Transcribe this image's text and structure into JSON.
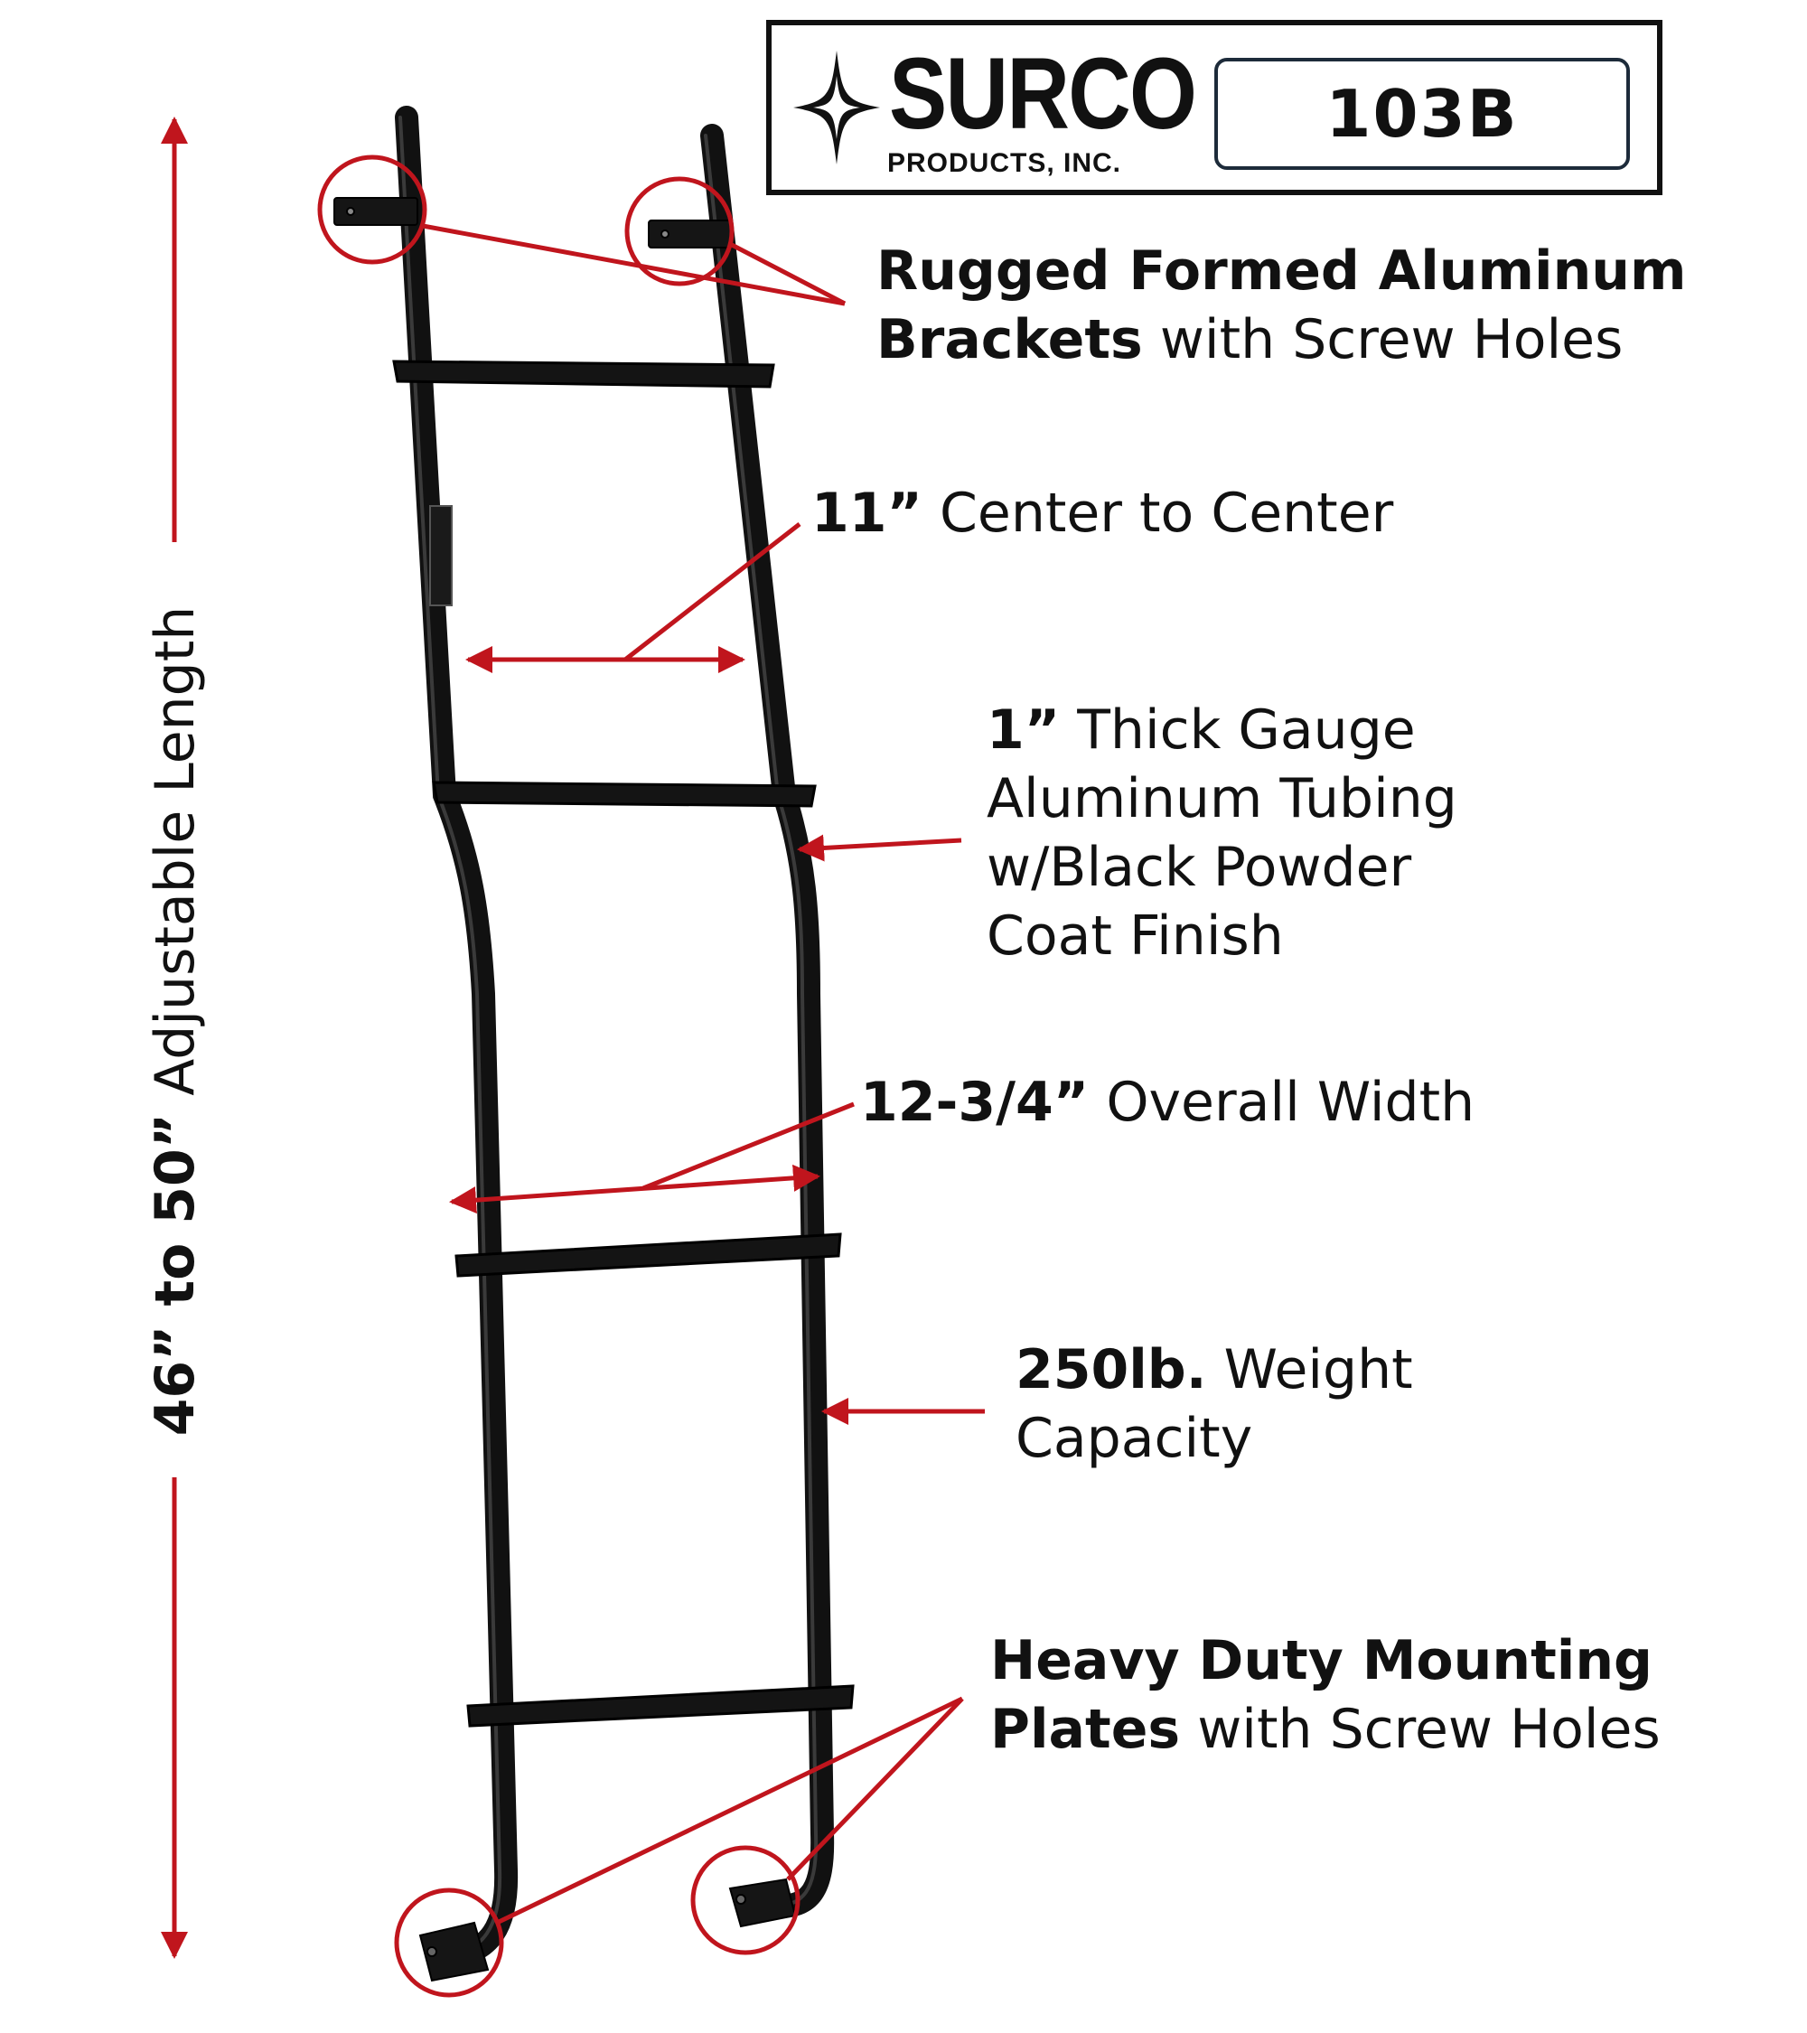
{
  "brand": {
    "name": "SURCO",
    "subtitle": "PRODUCTS, INC.",
    "model": "103B"
  },
  "length_label": {
    "bold": "46” to 50”",
    "rest": " Adjustable Length"
  },
  "features": {
    "brackets": {
      "bold_1": "Rugged Formed Aluminum",
      "bold_2": "Brackets",
      "rest_2": " with Screw Holes"
    },
    "center": {
      "bold": "11”",
      "rest": " Center to Center"
    },
    "tubing": {
      "bold": "1”",
      "rest_1": " Thick Gauge",
      "line_2": "Aluminum Tubing",
      "line_3": "w/Black Powder",
      "line_4": "Coat Finish"
    },
    "width": {
      "bold": "12-3/4”",
      "rest": " Overall Width"
    },
    "weight": {
      "bold": "250lb.",
      "rest_1": " Weight",
      "line_2": "Capacity"
    },
    "plates": {
      "bold_1": "Heavy Duty Mounting",
      "bold_2": "Plates",
      "rest_2": " with Screw Holes"
    }
  },
  "colors": {
    "annotation_red": "#c0151d",
    "ladder_black": "#111111",
    "text": "#111111"
  },
  "icons": {
    "logo": "four-point-star-icon"
  }
}
